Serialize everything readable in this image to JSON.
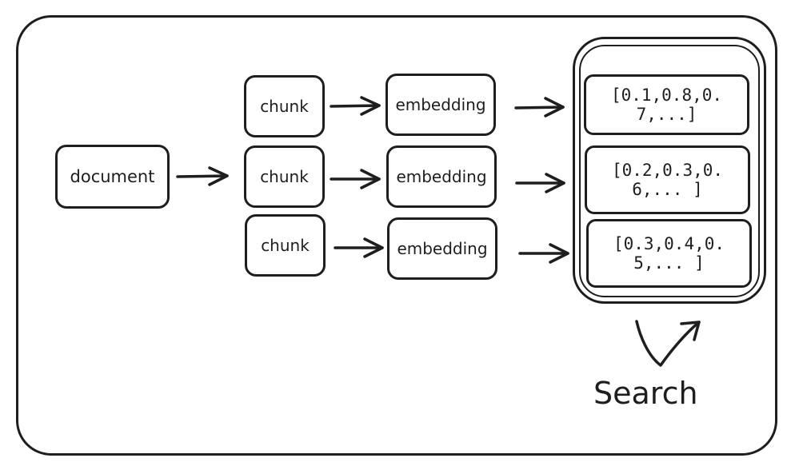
{
  "diagram": {
    "document": {
      "label": "document"
    },
    "chunks": [
      {
        "label": "chunk"
      },
      {
        "label": "chunk"
      },
      {
        "label": "chunk"
      }
    ],
    "embeddings": [
      {
        "label": "embedding"
      },
      {
        "label": "embedding"
      },
      {
        "label": "embedding"
      }
    ],
    "vectors": [
      {
        "label": "[0.1,0.8,0.7,...]"
      },
      {
        "label": "[0.2,0.3,0.6,... ]"
      },
      {
        "label": "[0.3,0.4,0.5,... ]"
      }
    ],
    "search": {
      "label": "Search"
    },
    "stroke_color": "#1e1e1e",
    "background_color": "#ffffff"
  }
}
